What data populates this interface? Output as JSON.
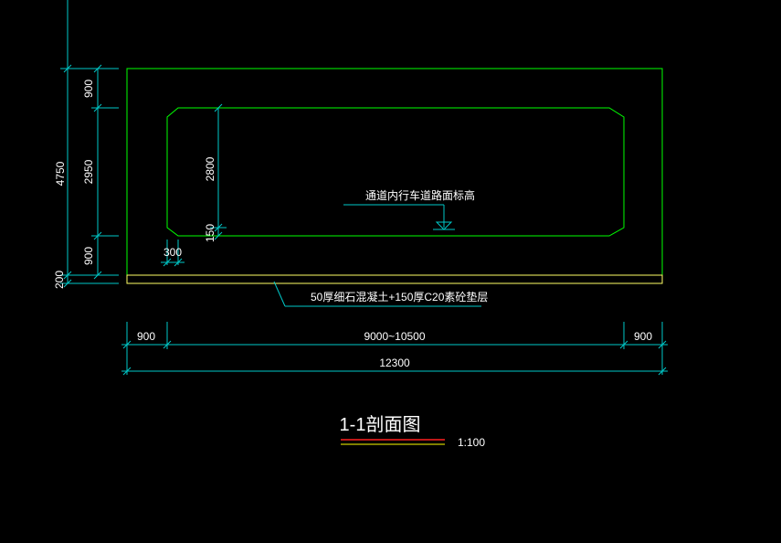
{
  "drawing": {
    "title": "1-1剖面图",
    "scale": "1:100",
    "colors": {
      "background": "#000000",
      "dimension": "#00c8c8",
      "outline": "#00ff00",
      "slab": "#ffff66",
      "title_line_red": "#ff2020",
      "title_line_yellow": "#ffff00"
    }
  },
  "vertical_dims": {
    "total": "4750",
    "top": "900",
    "middle": "2950",
    "bottom": "900",
    "base": "200",
    "inner_height": "2800",
    "inner_base": "150"
  },
  "horizontal_dims": {
    "left": "900",
    "center": "9000~10500",
    "right": "900",
    "total": "12300",
    "chamfer": "300"
  },
  "notes": {
    "road_level": "通道内行车道路面标高",
    "slab_layers": "50厚细石混凝土+150厚C20素砼垫层"
  }
}
